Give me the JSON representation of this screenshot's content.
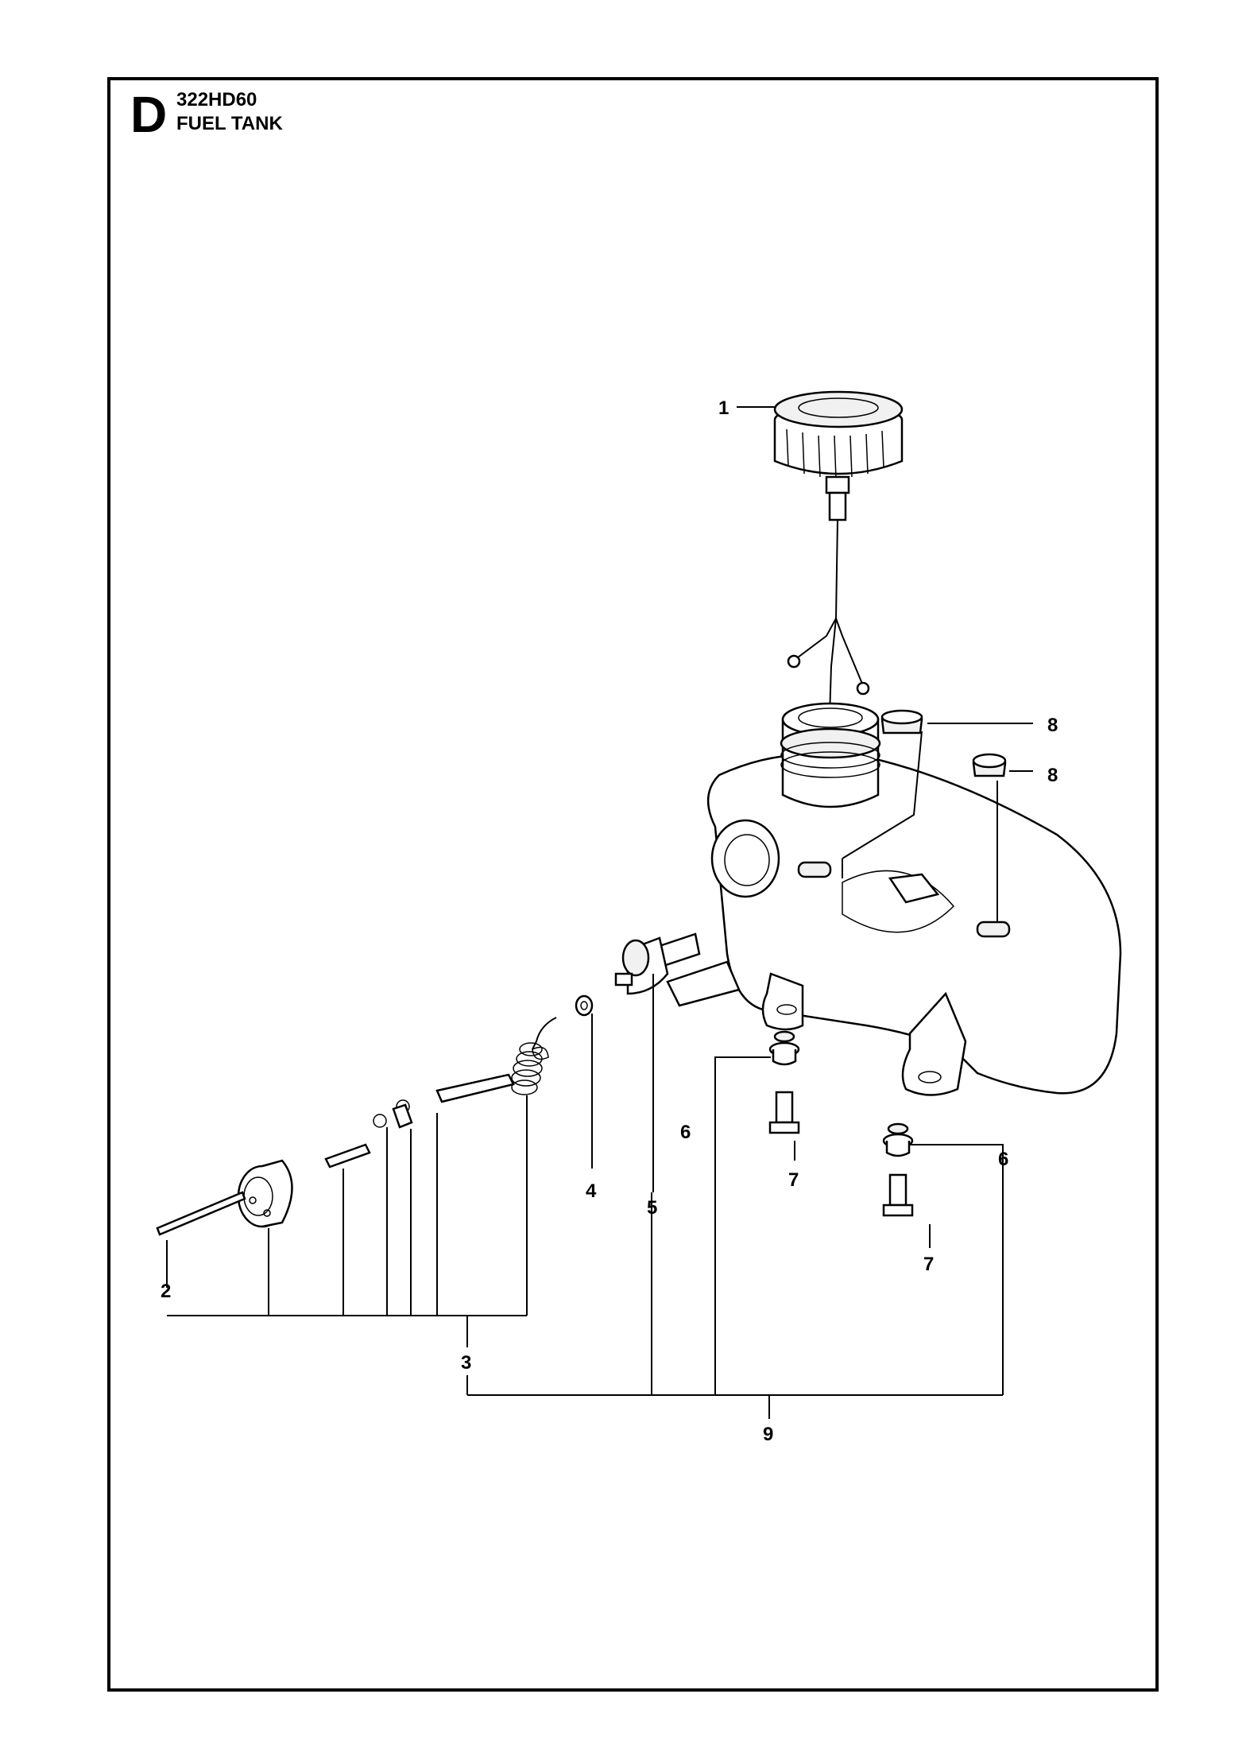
{
  "header": {
    "section_letter": "D",
    "model": "322HD60",
    "title": "FUEL TANK"
  },
  "callouts": {
    "c1": "1",
    "c2": "2",
    "c3": "3",
    "c4": "4",
    "c5": "5",
    "c6a": "6",
    "c6b": "6",
    "c7a": "7",
    "c7b": "7",
    "c8a": "8",
    "c8b": "8",
    "c9": "9"
  }
}
